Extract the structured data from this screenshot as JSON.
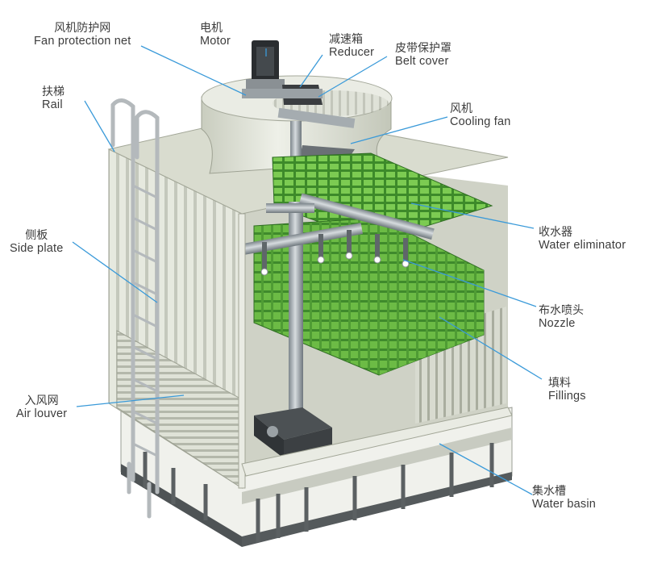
{
  "labels": {
    "fan_net": {
      "cn": "风机防护网",
      "en": "Fan protection net"
    },
    "motor": {
      "cn": "电机",
      "en": "Motor"
    },
    "reducer": {
      "cn": "减速箱",
      "en": "Reducer"
    },
    "belt_cover": {
      "cn": "皮带保护罩",
      "en": "Belt cover"
    },
    "rail": {
      "cn": "扶梯",
      "en": "Rail"
    },
    "cooling_fan": {
      "cn": "风机",
      "en": "Cooling fan"
    },
    "water_eliminator": {
      "cn": "收水器",
      "en": "Water eliminator"
    },
    "side_plate": {
      "cn": "侧板",
      "en": "Side plate"
    },
    "nozzle": {
      "cn": "布水喷头",
      "en": "Nozzle"
    },
    "fillings": {
      "cn": "填料",
      "en": "Fillings"
    },
    "air_louver": {
      "cn": "入风网",
      "en": "Air louver"
    },
    "water_basin": {
      "cn": "集水槽",
      "en": "Water basin"
    }
  },
  "colors": {
    "leader_line": "#3a9ad9",
    "fill_green": "#5fae3c",
    "fill_dark": "#2f6e22",
    "casing": "#e3e6dc",
    "casing_shadow": "#b9bdb1",
    "steel": "#9aa3a8"
  }
}
